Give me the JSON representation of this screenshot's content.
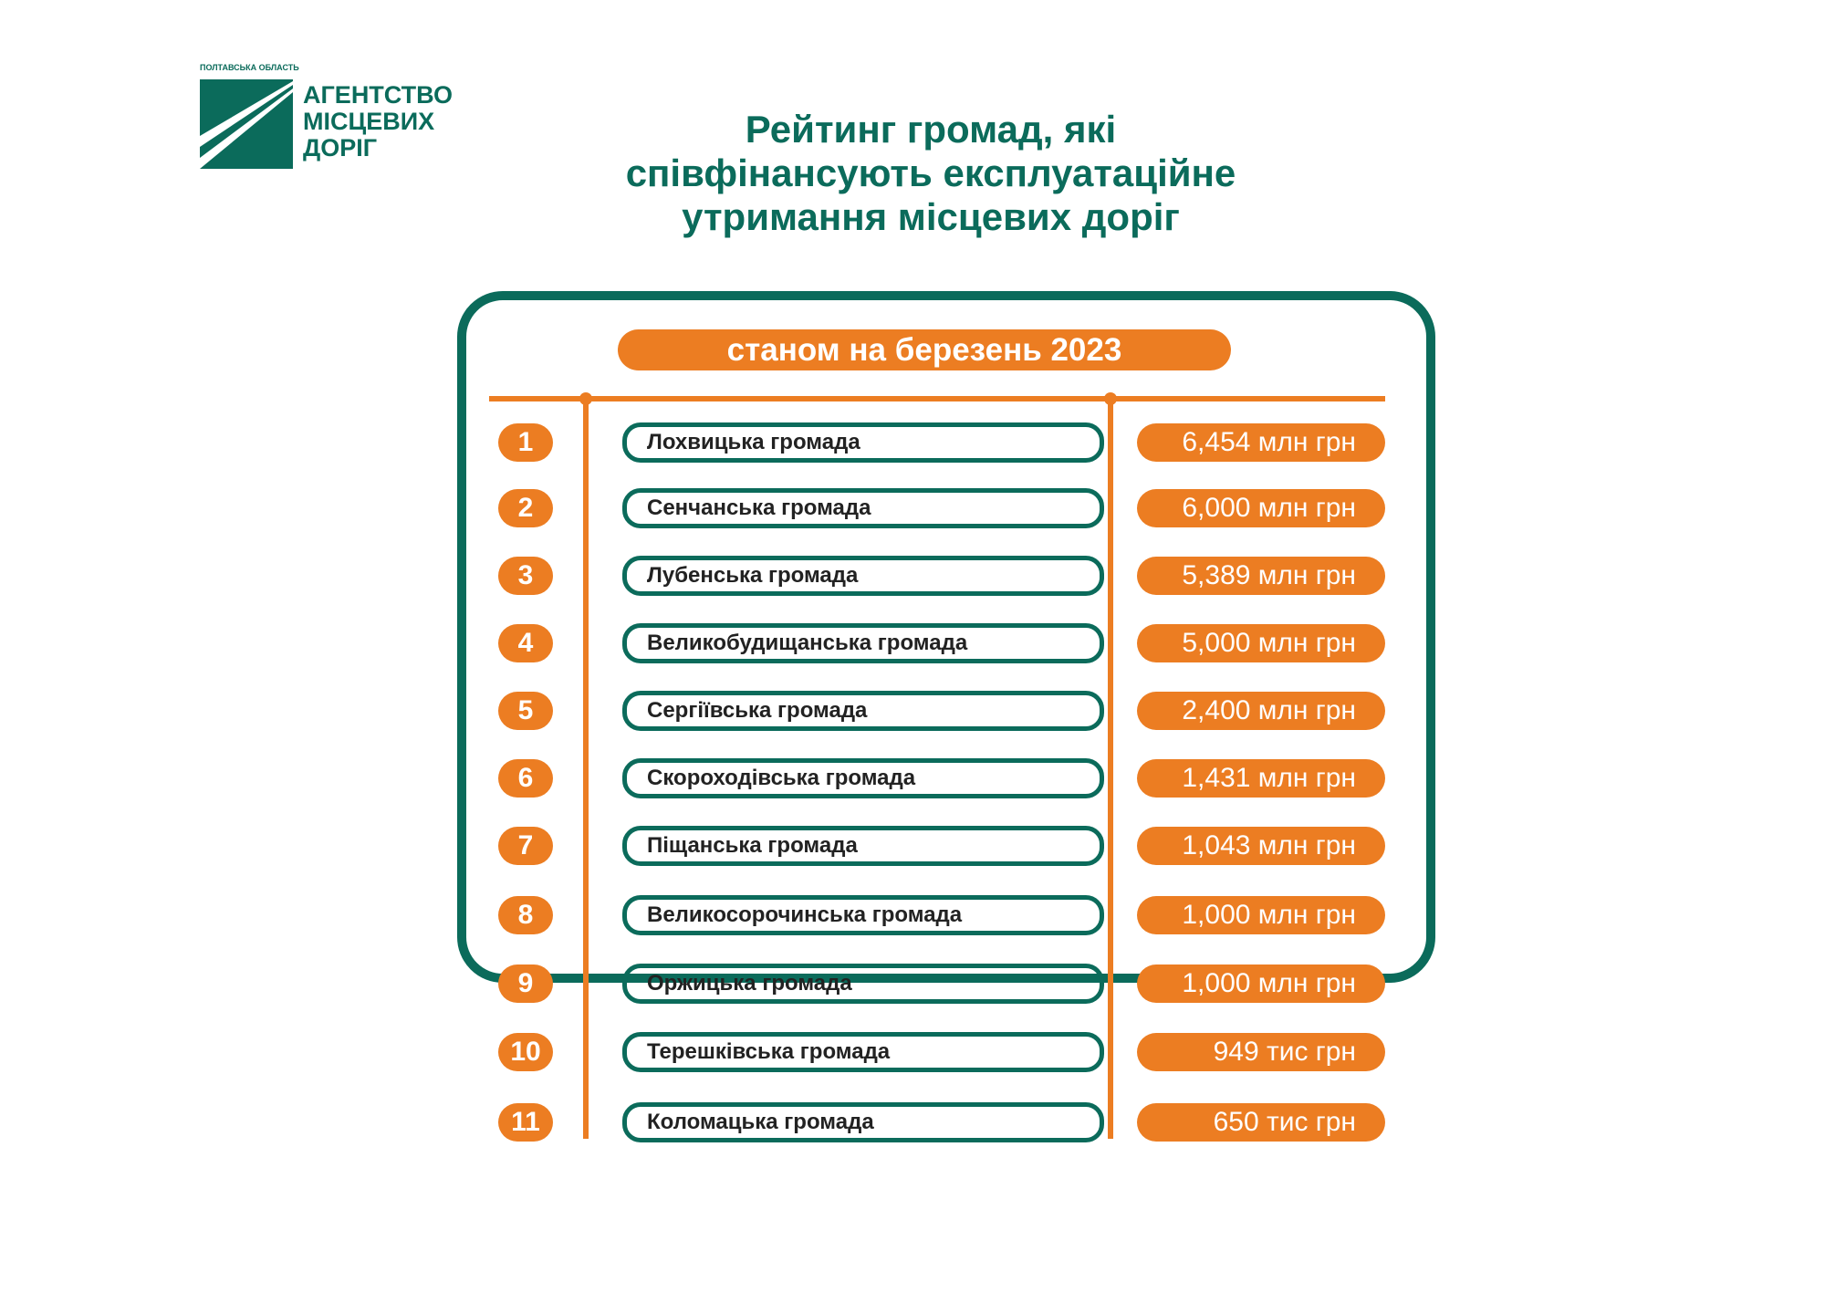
{
  "logo": {
    "region": "ПОЛТАВСЬКА ОБЛАСТЬ",
    "name_lines": [
      "АГЕНТСТВО",
      "МІСЦЕВИХ",
      "ДОРІГ"
    ]
  },
  "title_lines": [
    "Рейтинг громад, які",
    "співфінансують експлуатаційне",
    "утримання місцевих доріг"
  ],
  "date_label": "станом на березень 2023",
  "colors": {
    "teal": "#0b6b5b",
    "orange": "#ec7d22"
  },
  "rows": [
    {
      "rank": "1",
      "name": "Лохвицька громада",
      "amount": "6,454 млн грн"
    },
    {
      "rank": "2",
      "name": "Сенчанська громада",
      "amount": "6,000 млн грн"
    },
    {
      "rank": "3",
      "name": "Лубенська громада",
      "amount": "5,389 млн грн"
    },
    {
      "rank": "4",
      "name": "Великобудищанська громада",
      "amount": "5,000 млн грн"
    },
    {
      "rank": "5",
      "name": "Сергіївська громада",
      "amount": "2,400 млн грн"
    },
    {
      "rank": "6",
      "name": "Скороходівська громада",
      "amount": "1,431 млн грн"
    },
    {
      "rank": "7",
      "name": "Піщанська громада",
      "amount": "1,043 млн грн"
    },
    {
      "rank": "8",
      "name": "Великосорочинська громада",
      "amount": "1,000 млн грн"
    },
    {
      "rank": "9",
      "name": "Оржицька громада",
      "amount": "1,000 млн грн"
    },
    {
      "rank": "10",
      "name": "Терешківська громада",
      "amount": "949 тис грн"
    },
    {
      "rank": "11",
      "name": "Коломацька громада",
      "amount": "650 тис грн"
    }
  ]
}
